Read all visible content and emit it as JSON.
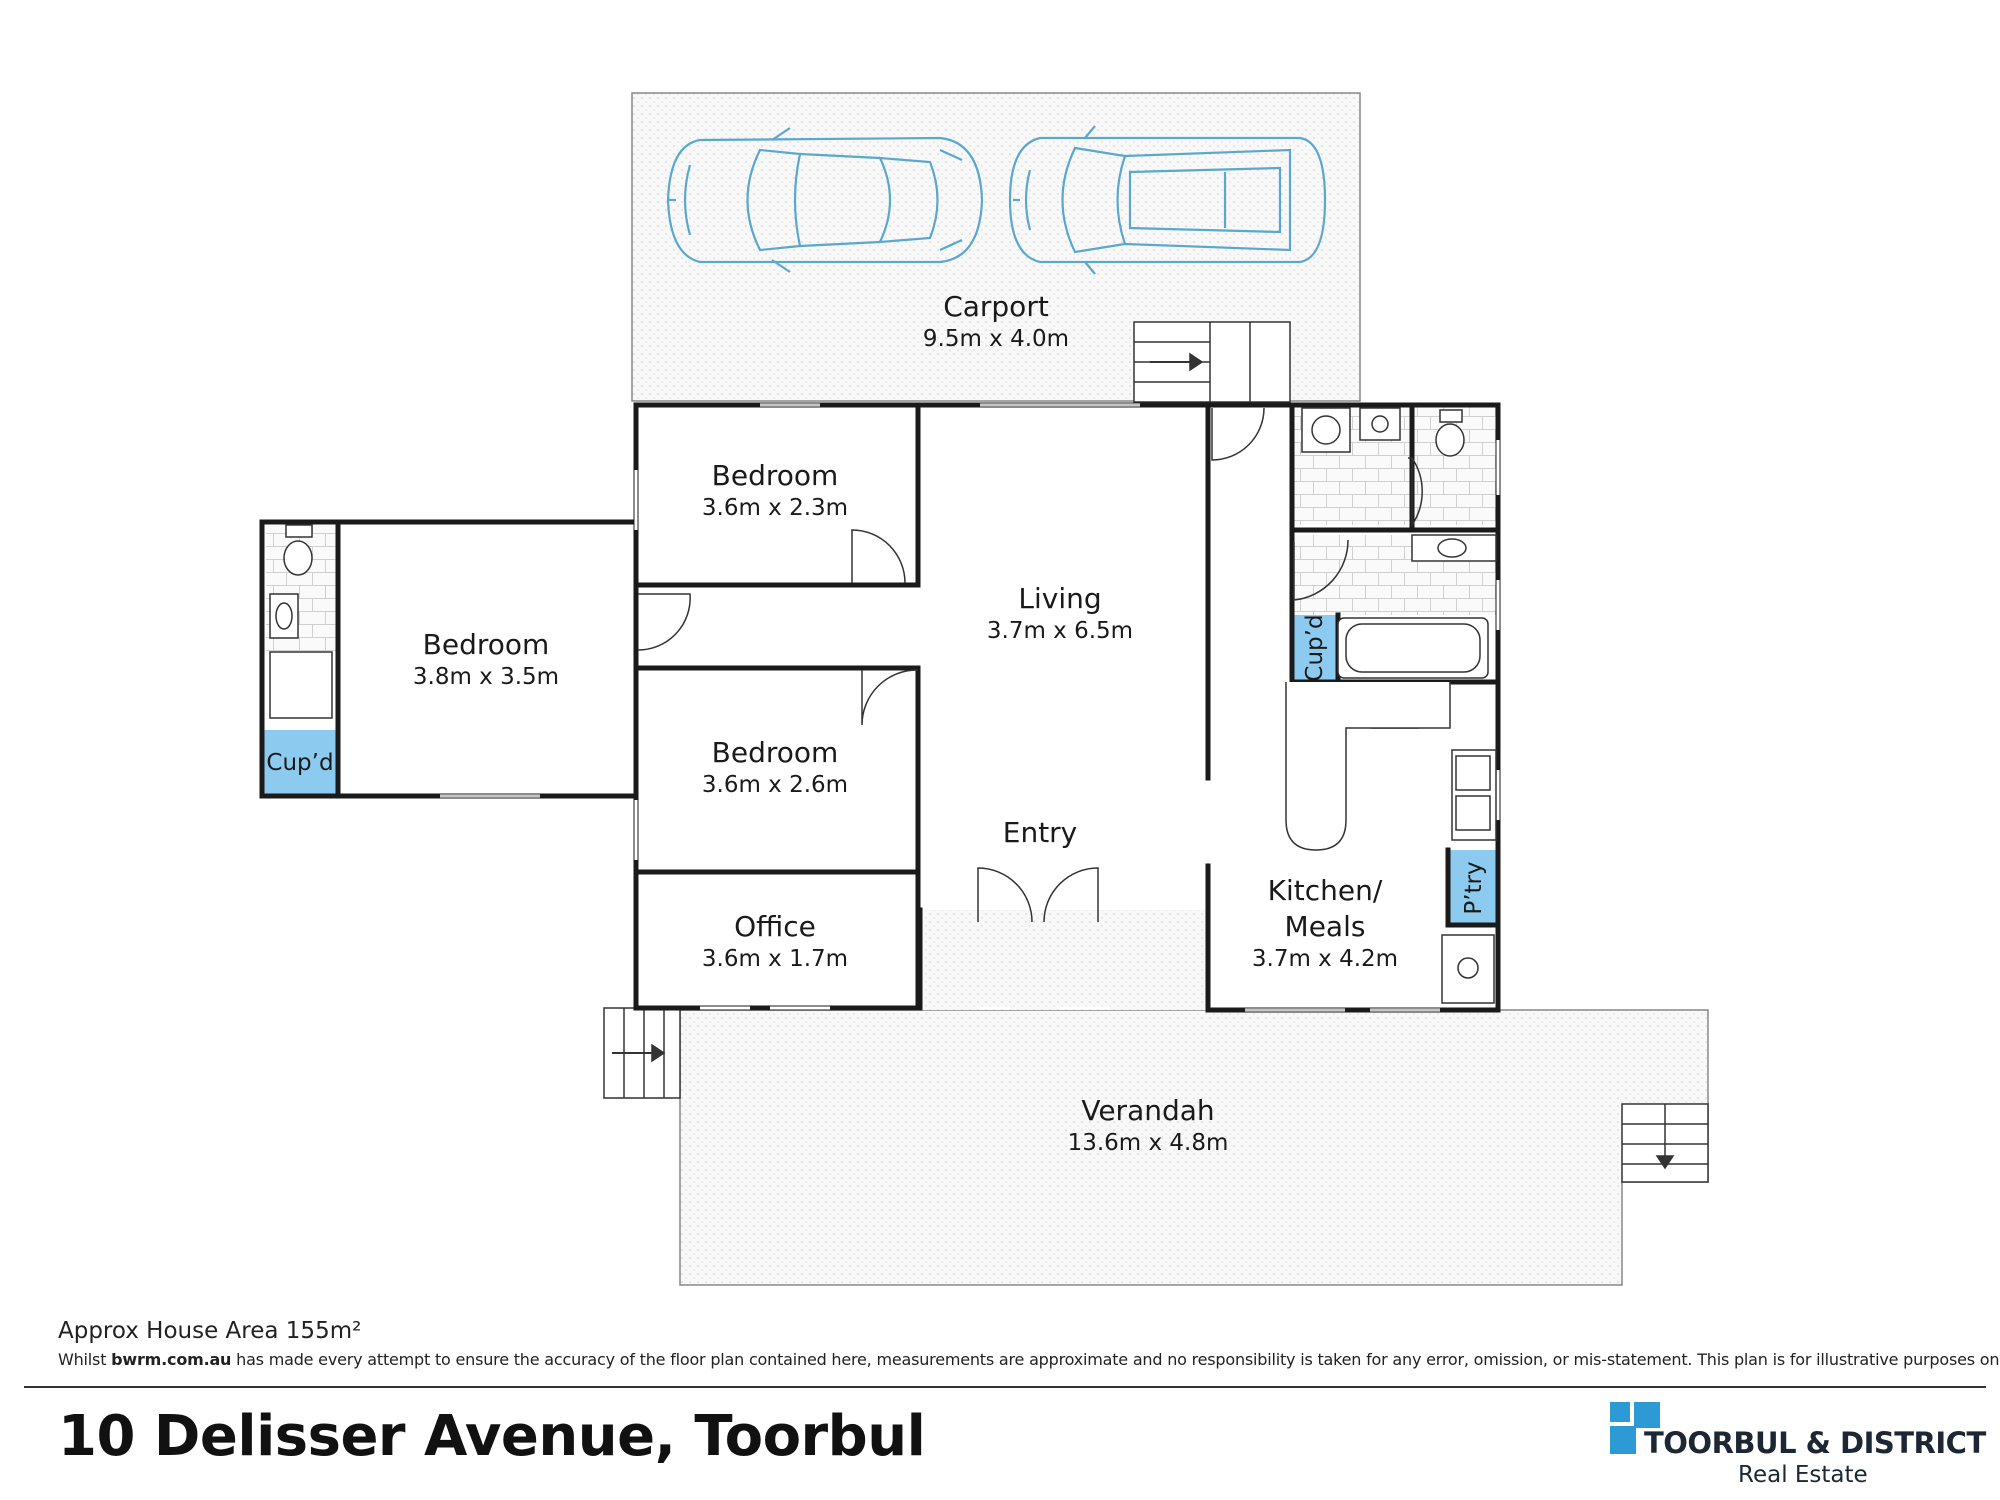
{
  "plan": {
    "rooms": [
      {
        "id": "carport",
        "name": "Carport",
        "dims": "9.5m x 4.0m"
      },
      {
        "id": "bedroom1",
        "name": "Bedroom",
        "dims": "3.6m x 2.3m"
      },
      {
        "id": "bedroom2",
        "name": "Bedroom",
        "dims": "3.8m x 3.5m"
      },
      {
        "id": "bedroom3",
        "name": "Bedroom",
        "dims": "3.6m x 2.6m"
      },
      {
        "id": "living",
        "name": "Living",
        "dims": "3.7m x 6.5m"
      },
      {
        "id": "entry",
        "name": "Entry",
        "dims": ""
      },
      {
        "id": "office",
        "name": "Office",
        "dims": "3.6m x 1.7m"
      },
      {
        "id": "kitchen",
        "name": "Kitchen/",
        "name2": "Meals",
        "dims": "3.7m x 4.2m"
      },
      {
        "id": "verandah",
        "name": "Verandah",
        "dims": "13.6m x 4.8m"
      }
    ],
    "cupboards": {
      "left": "Cup’d",
      "bath": "Cup’d",
      "pantry": "P’try"
    },
    "colors": {
      "wall": "#1a1a1a",
      "cupboard": "#8ccbef",
      "car_outline": "#5aa8cf",
      "outdoor_fill": "#f7f7f7"
    }
  },
  "footer": {
    "area_label": "Approx House Area 155m²",
    "disclaimer_prefix": "Whilst ",
    "disclaimer_site": "bwrm.com.au",
    "disclaimer_rest": " has made every attempt to ensure the accuracy of the floor plan contained here, measurements are approximate and no responsibility is taken for any error, omission, or mis-statement. This plan is for illustrative purposes only.",
    "address": "10 Delisser Avenue, Toorbul"
  },
  "brand": {
    "name": "TOORBUL & DISTRICT",
    "sub": "Real Estate",
    "color": "#2d9ad6"
  }
}
